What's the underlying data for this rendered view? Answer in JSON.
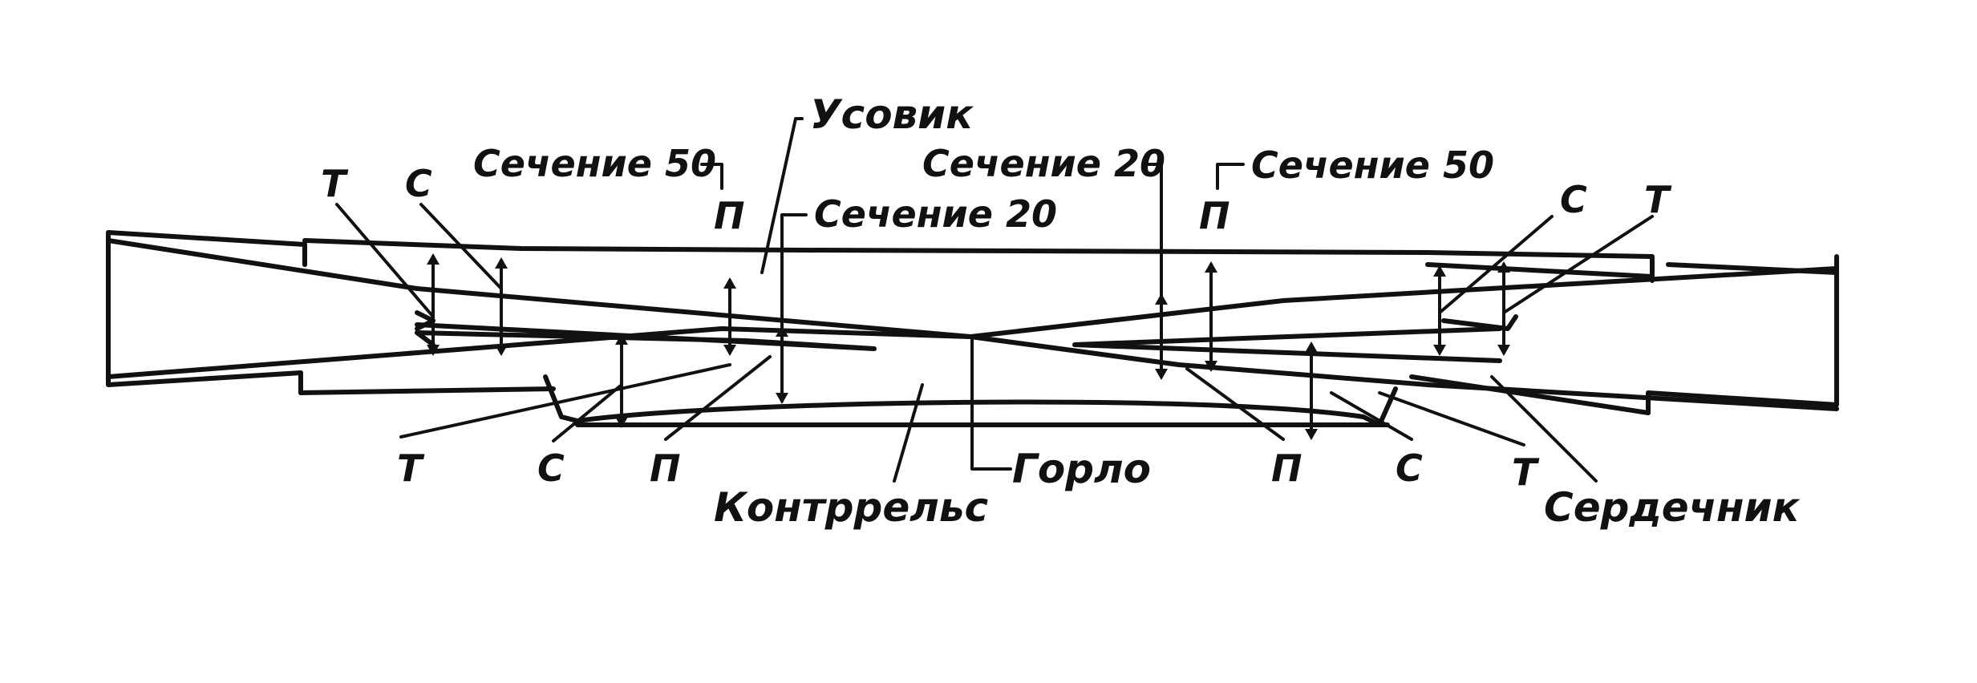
{
  "labels": {
    "usovik": "Усовик",
    "section50_left": "Сечение 50",
    "section20_left": "Сечение 20",
    "section20_right": "Сечение 20",
    "section50_right": "Сечение 50",
    "gorlo": "Горло",
    "kontrrels": "Контррельс",
    "serdechnik": "Сердечник",
    "t_top_left": "Т",
    "c_top_left": "С",
    "p_top_left": "П",
    "p_top_right": "П",
    "c_top_right": "С",
    "t_top_right": "Т",
    "t_bottom_left": "Т",
    "c_bottom_left": "С",
    "p_bottom_left": "П",
    "p_bottom_right": "П",
    "c_bottom_right": "С",
    "t_bottom_right": "Т"
  }
}
